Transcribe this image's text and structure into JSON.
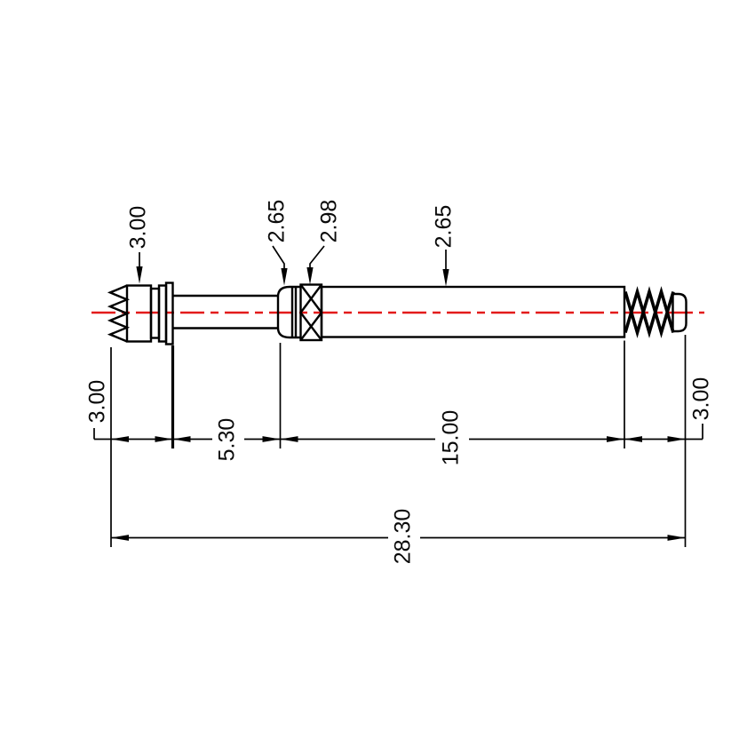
{
  "drawing": {
    "kind": "technical-dimension-drawing",
    "colors": {
      "line": "#000000",
      "centerline": "#e31b1b",
      "background": "#ffffff"
    },
    "callouts": {
      "head_diameter": "3.00",
      "shoulder_diameter": "2.65",
      "knurl_diameter": "2.98",
      "barrel_diameter": "2.65"
    },
    "lengths": {
      "head_length": "3.00",
      "shaft_length": "5.30",
      "barrel_length": "15.00",
      "plunger_length": "3.00",
      "overall_length": "28.30"
    }
  }
}
